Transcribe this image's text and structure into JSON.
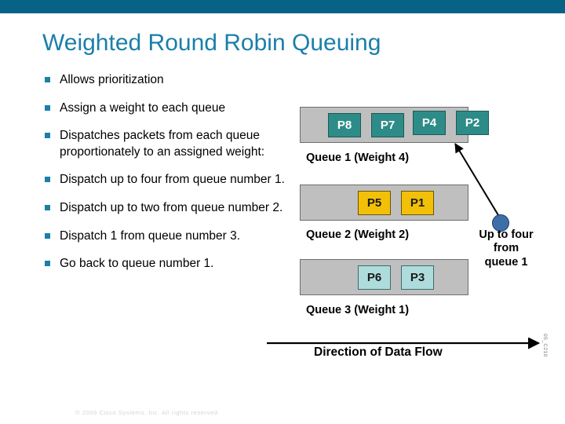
{
  "slide": {
    "title": "Weighted Round Robin Queuing",
    "accent_color": "#1B7FA8",
    "topbar_color": "#076286",
    "footer": "© 2006 Cisco Systems, Inc. All rights reserved."
  },
  "bullets": [
    {
      "text": "Allows prioritization"
    },
    {
      "text": "Assign a weight to each queue"
    },
    {
      "text": "Dispatches packets from each queue proportionately to an assigned weight:"
    },
    {
      "text": "Dispatch up to four from queue number 1."
    },
    {
      "text": "Dispatch up to two from queue number 2."
    },
    {
      "text": "Dispatch 1 from queue number 3."
    },
    {
      "text": "Go back to queue number 1."
    }
  ],
  "diagram": {
    "queues": [
      {
        "label": "Queue 1 (Weight 4)",
        "packets": [
          {
            "id": "P8",
            "color": "#2E8C88"
          },
          {
            "id": "P7",
            "color": "#2E8C88"
          },
          {
            "id": "P4",
            "color": "#2E8C88"
          },
          {
            "id": "P2",
            "color": "#2E8C88"
          }
        ]
      },
      {
        "label": "Queue 2 (Weight 2)",
        "packets": [
          {
            "id": "P5",
            "color": "#F2C009"
          },
          {
            "id": "P1",
            "color": "#F2C009"
          }
        ]
      },
      {
        "label": "Queue 3 (Weight 1)",
        "packets": [
          {
            "id": "P6",
            "color": "#AEDCDD"
          },
          {
            "id": "P3",
            "color": "#AEDCDD"
          }
        ]
      }
    ],
    "dispatch_note": {
      "line1": "Up to four",
      "line2": "from",
      "line3": "queue 1",
      "marker_color": "#3C6FA8"
    },
    "flow_label": "Direction of Data Flow",
    "figure_ref": "05_C210"
  }
}
